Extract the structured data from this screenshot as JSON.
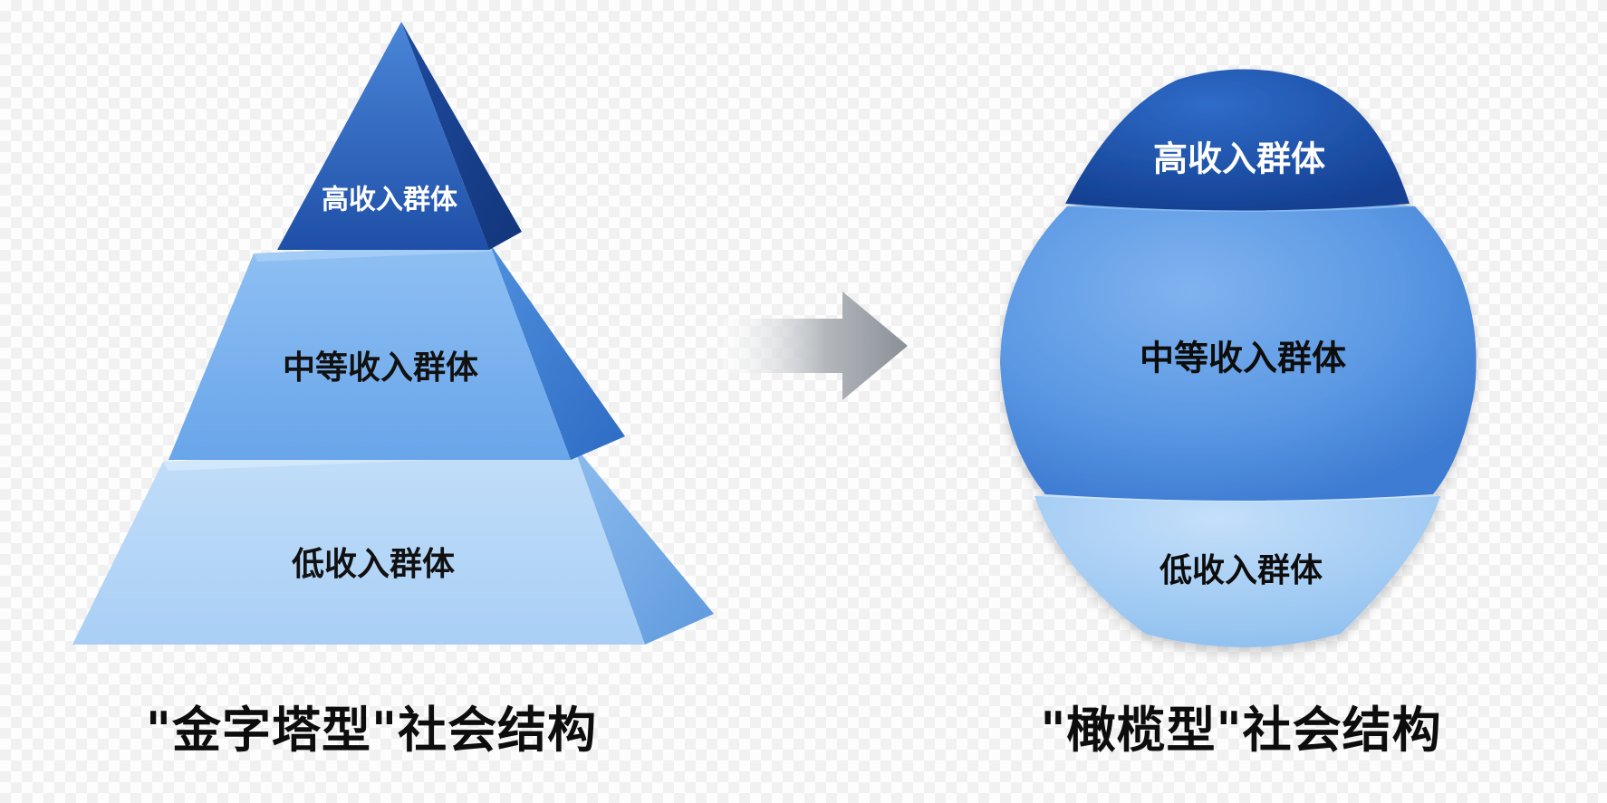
{
  "pyramid": {
    "caption": "\"金字塔型\"社会结构",
    "tiers": {
      "high": "高收入群体",
      "middle": "中等收入群体",
      "low": "低收入群体"
    }
  },
  "olive": {
    "caption": "\"橄榄型\"社会结构",
    "tiers": {
      "high": "高收入群体",
      "middle": "中等收入群体",
      "low": "低收入群体"
    }
  },
  "colors": {
    "dark_blue": "#1e4fa8",
    "mid_blue": "#5b9be6",
    "light_blue": "#b7d8f8",
    "arrow_gray": "#8e949b",
    "label_light": "#ffffff",
    "label_dark": "#111111"
  }
}
